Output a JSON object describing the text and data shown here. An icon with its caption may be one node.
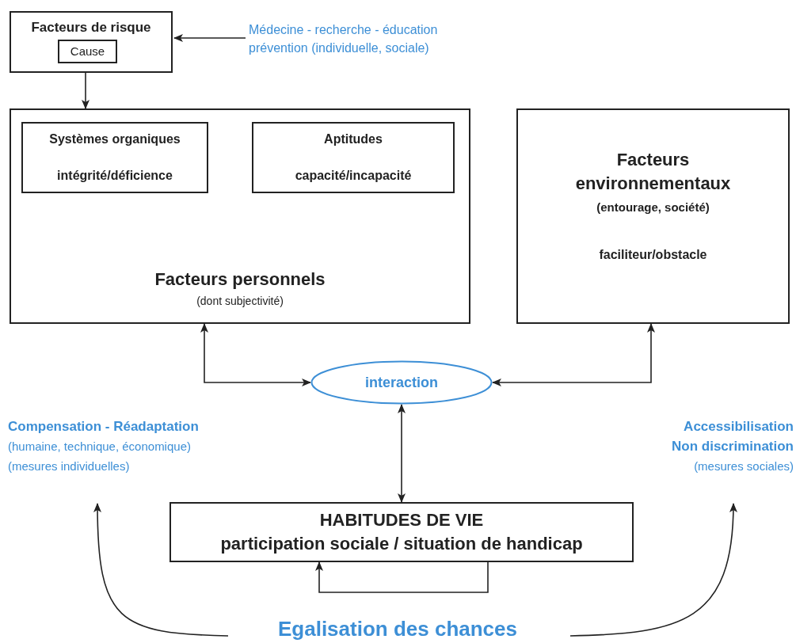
{
  "diagram": {
    "nodes": [
      {
        "text": [
          "Facteurs de risque"
        ]
      },
      {
        "text": [
          "Cause"
        ],
        "in": 0
      },
      {
        "text": [
          "Médecine - recherche - éducation prévention (individuelle, sociale)"
        ]
      },
      {
        "text": [
          "Facteurs personnels",
          "(dont subjectivité)"
        ]
      },
      {
        "text": [
          "Systèmes organiques",
          "intégrité/déficience"
        ],
        "in": 3
      },
      {
        "text": [
          "Aptitudes",
          "capacité/incapacité"
        ],
        "in": 3
      },
      {
        "text": [
          "Facteurs environnementaux",
          "(entourage, société)",
          "faciliteur/obstacle"
        ]
      },
      {
        "text": [
          "interaction"
        ]
      },
      {
        "text": [
          "Compensation - Réadaptation",
          "(humaine, technique, économique)",
          "(mesures individuelles)"
        ]
      },
      {
        "text": [
          "Accessibilisation Non discrimination",
          "(mesures sociales)"
        ]
      },
      {
        "text": [
          "HABITUDES DE VIE",
          "participation sociale / situation de handicap"
        ]
      },
      {
        "text": [
          "Egalisation des chances"
        ]
      }
    ],
    "edges": [
      {
        "from": 2,
        "to": 0,
        "arrow": "to"
      },
      {
        "from": 0,
        "to": 3,
        "arrow": "to"
      },
      {
        "from": 7,
        "to": 3,
        "arrow": "both"
      },
      {
        "from": 7,
        "to": 6,
        "arrow": "both"
      },
      {
        "from": 7,
        "to": 10,
        "arrow": "both"
      },
      {
        "from": 10,
        "to": 10,
        "arrow": "to"
      },
      {
        "from": 11,
        "to": 8,
        "arrow": "to"
      },
      {
        "from": 11,
        "to": 9,
        "arrow": "to"
      }
    ]
  }
}
